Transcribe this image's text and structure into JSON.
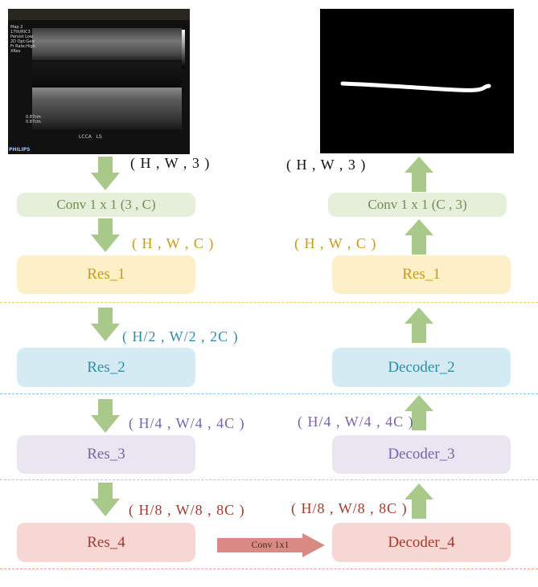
{
  "colors": {
    "arrow": "#a9c98a",
    "conv_box": "#e6efd9",
    "conv_text": "#6f8f52",
    "res1_box": "#fdf0c8",
    "res1_text": "#c79a12",
    "res2_box": "#d5ebf4",
    "res2_text": "#2f8ca6",
    "res3_box": "#e9e6f1",
    "res3_text": "#7a63a8",
    "res4_box": "#f6d7d4",
    "res4_text": "#a23a2c",
    "conv_arrow": "#d98b83",
    "dash1": "#f6c867",
    "dash2": "#8fc3e0",
    "dash3": "#c8bfdc",
    "dash4": "#ec9a93"
  },
  "input_image": {
    "overlay_lines": [
      "Map 2",
      "17th/RIC3",
      "Persist Low",
      "2D Opt:Gen",
      "Fr Rate:High",
      "XRes"
    ],
    "measure_lines": [
      "0.87cm",
      "0.87cm"
    ],
    "caption": "LCCA   LS",
    "brand": "PHILIPS"
  },
  "left": {
    "dim_input": "( H , W , 3 )",
    "conv": "Conv 1 x 1 (3 , C)",
    "dim_conv": "( H , W , C )",
    "res1": "Res_1",
    "dim_res1": "( H/2 , W/2 , 2C )",
    "res2": "Res_2",
    "dim_res2": "( H/4 , W/4 , 4C )",
    "res3": "Res_3",
    "dim_res3": "( H/8 , W/8 , 8C )",
    "res4": "Res_4"
  },
  "bridge": {
    "label": "Conv 1x1"
  },
  "right": {
    "dim_output": "( H , W , 3 )",
    "conv": "Conv 1 x 1 (C , 3)",
    "dim_res1": "( H , W , C )",
    "res1": "Res_1",
    "dec2": "Decoder_2",
    "dim_dec3": "( H/4 , W/4 , 4C )",
    "dec3": "Decoder_3",
    "dim_dec4": "( H/8 , W/8 , 8C )",
    "dec4": "Decoder_4"
  }
}
